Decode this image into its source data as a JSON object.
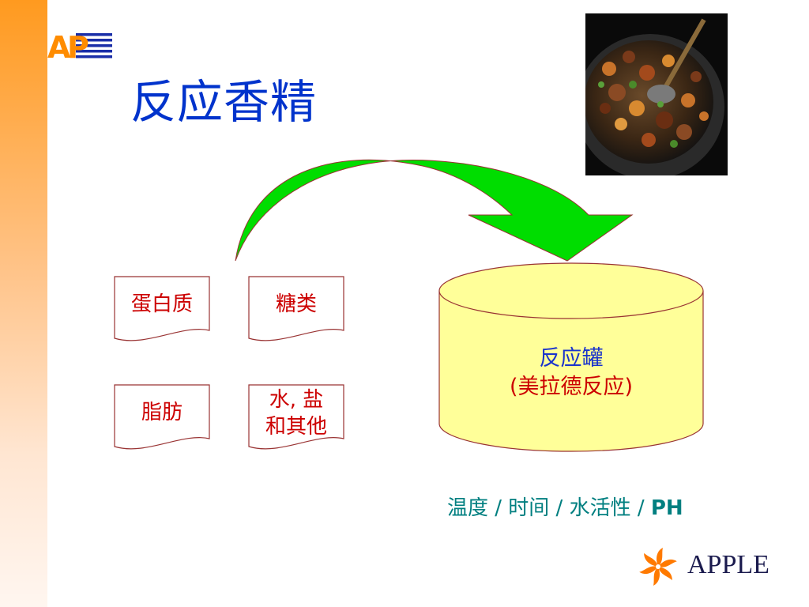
{
  "slide": {
    "title": "反应香精",
    "logo_top_text": "APE",
    "ingredients": [
      {
        "label": "蛋白质"
      },
      {
        "label": "糖类"
      },
      {
        "label": "脂肪"
      },
      {
        "label": "水, 盐\n和其他"
      }
    ],
    "tank": {
      "line1": "反应罐",
      "line2": "(美拉德反应)"
    },
    "conditions": {
      "text": "温度 / 时间 / 水活性 / ",
      "ph": "PH"
    },
    "brand_name": "APPLE",
    "colors": {
      "title": "#0033cc",
      "ingredient_text": "#cc0000",
      "arrow_fill": "#00dd00",
      "tank_fill": "#ffff99",
      "conditions_text": "#007f80",
      "sidebar": "#ff9a1f"
    },
    "icons": {
      "photo": "stir-fry-wok-photo",
      "brand": "pinwheel-logo-icon"
    }
  }
}
